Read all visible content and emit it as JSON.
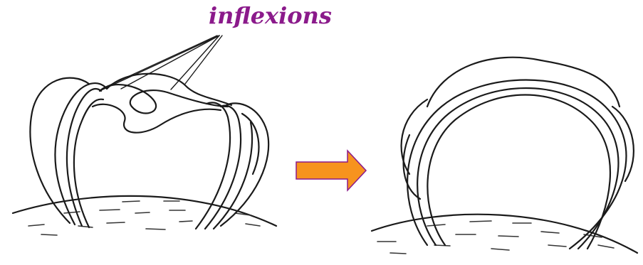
{
  "annotation": {
    "text": "inflexions",
    "color": "#8b1a8b"
  },
  "arrow": {
    "fill": "#f7931e",
    "stroke": "#8b1a8b"
  },
  "panels": [
    {
      "id": "before",
      "description_icon": "twisted-loops"
    },
    {
      "id": "after",
      "description_icon": "relaxed-loops"
    }
  ]
}
